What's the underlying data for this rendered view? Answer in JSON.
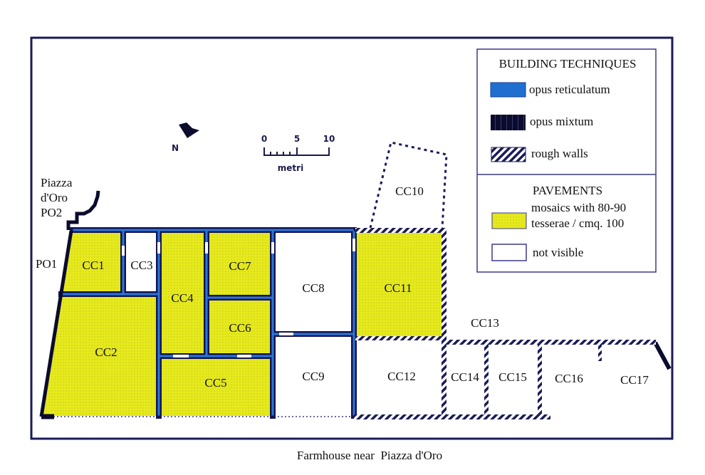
{
  "caption": "Farmhouse near  Piazza d'Oro",
  "legend": {
    "techniques_title": "BUILDING TECHNIQUES",
    "techniques": [
      {
        "label": "opus reticulatum",
        "color": "#1e6fd0"
      },
      {
        "label": "opus mixtum",
        "color": "#0b0b2e"
      },
      {
        "label": "rough walls",
        "color": "#1a1a5a"
      }
    ],
    "pavements_title": "PAVEMENTS",
    "pavements": [
      {
        "label_line1": "mosaics with 80-90",
        "label_line2": "tesserae / cmq. 100",
        "color": "#e6ea1c"
      },
      {
        "label": "not visible",
        "color": "#ffffff"
      }
    ]
  },
  "scale": {
    "ticks": [
      "0",
      "5",
      "10"
    ],
    "unit": "metri"
  },
  "north": "N",
  "place_labels": {
    "piazza_line1": "Piazza",
    "piazza_line2": "d'Oro",
    "po2": "PO2",
    "po1": "PO1"
  },
  "rooms": {
    "cc1": "CC1",
    "cc2": "CC2",
    "cc3": "CC3",
    "cc4": "CC4",
    "cc5": "CC5",
    "cc6": "CC6",
    "cc7": "CC7",
    "cc8": "CC8",
    "cc9": "CC9",
    "cc10": "CC10",
    "cc11": "CC11",
    "cc12": "CC12",
    "cc13": "CC13",
    "cc14": "CC14",
    "cc15": "CC15",
    "cc16": "CC16",
    "cc17": "CC17"
  }
}
